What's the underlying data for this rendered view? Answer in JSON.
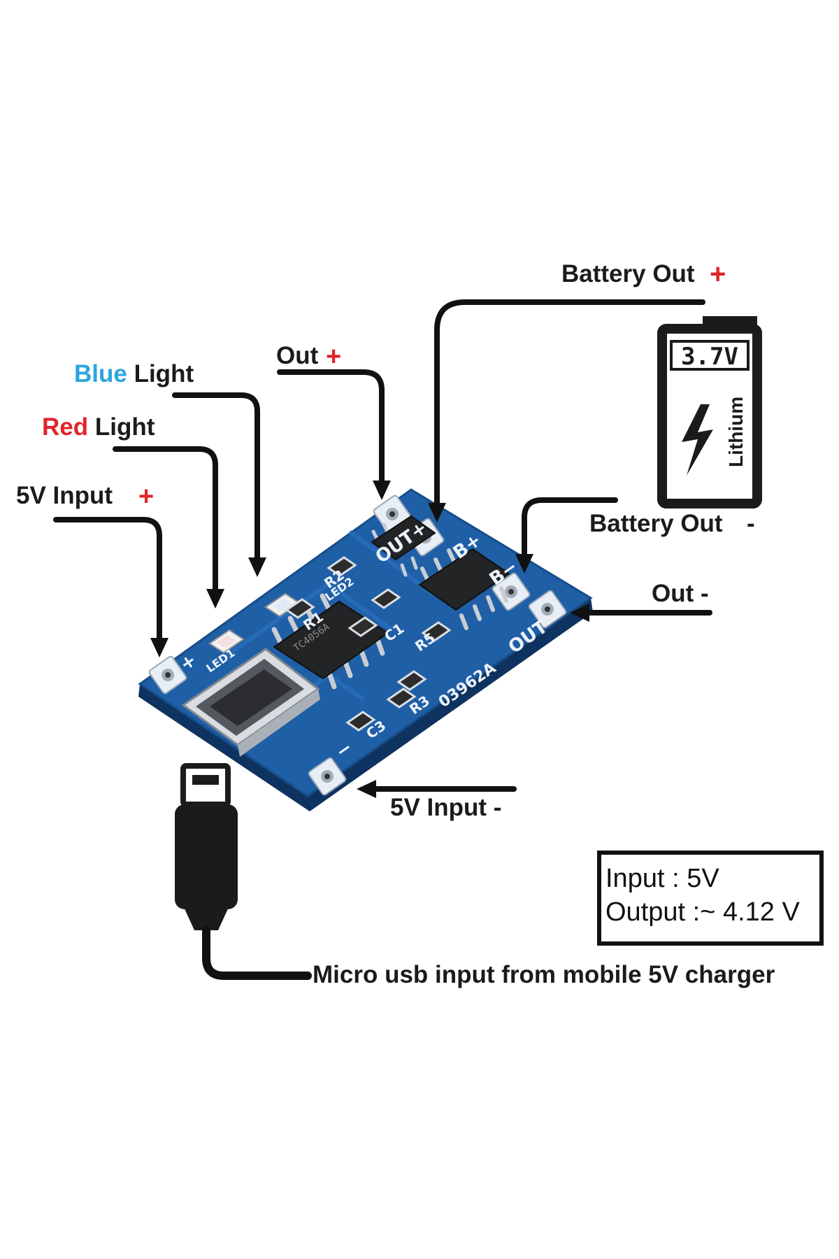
{
  "labels": {
    "battery_out_plus": {
      "text": "Battery Out",
      "sign": "+"
    },
    "battery_out_minus": {
      "text": "Battery Out",
      "sign": "-"
    },
    "out_plus": {
      "text": "Out",
      "sign": "+"
    },
    "out_minus": {
      "text": "Out -"
    },
    "blue_light": {
      "color_word": "Blue",
      "rest": " Light"
    },
    "red_light": {
      "color_word": "Red",
      "rest": " Light"
    },
    "input_plus": {
      "text": "5V Input",
      "sign": "+"
    },
    "input_minus": {
      "text": "5V Input -"
    },
    "usb_caption": "Micro usb input from mobile 5V charger"
  },
  "battery": {
    "voltage": "3.7V",
    "type": "Lithium"
  },
  "specs": {
    "input": "Input : 5V",
    "output": "Output :~ 4.12 V"
  },
  "pcb": {
    "silkscreen": {
      "out_plus": "OUT+",
      "b_plus": "B+",
      "b_minus": "B−",
      "out_minus": "OUT−",
      "code": "03962A",
      "plus": "+",
      "minus": "−",
      "led1": "LED1",
      "led2": "LED2",
      "r1": "R1",
      "r2": "R2",
      "r3": "R3",
      "r5": "R5",
      "c1": "C1",
      "c3": "C3",
      "chip": "TC4056A"
    }
  },
  "colors": {
    "pcb": "#1f5fa6",
    "pcb_dark": "#123f73",
    "plus_sign": "#e0242a",
    "blue_word": "#2aa6df",
    "red_word": "#e0242a"
  },
  "icons": [
    "battery-icon",
    "lightning-icon",
    "micro-usb-plug-icon",
    "pcb-board-icon"
  ]
}
